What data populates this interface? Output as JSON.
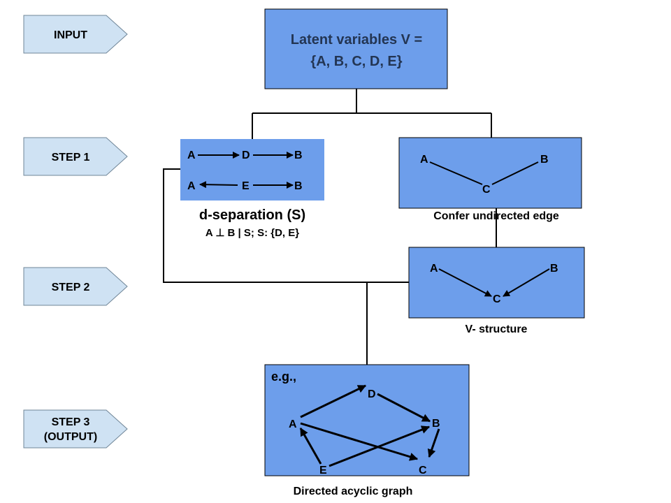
{
  "steps": {
    "input": "INPUT",
    "step1": "STEP 1",
    "step2": "STEP 2",
    "step3_line1": "STEP 3",
    "step3_line2": "(OUTPUT)"
  },
  "input_box": {
    "line1": "Latent variables V =",
    "line2": "{A, B, C, D,  E}"
  },
  "dsep_box": {
    "row1": [
      "A",
      "D",
      "B"
    ],
    "row2": [
      "A",
      "E",
      "B"
    ],
    "caption": "d-separation (S)",
    "subcaption": "A  ⊥  B | S; S: {D, E}"
  },
  "undirected_box": {
    "nodes": [
      "A",
      "B",
      "C"
    ],
    "caption": "Confer undirected edge"
  },
  "vstructure_box": {
    "nodes": [
      "A",
      "B",
      "C"
    ],
    "caption": "V- structure"
  },
  "dag_box": {
    "note": "e.g.,",
    "nodes": [
      "A",
      "B",
      "C",
      "D",
      "E"
    ],
    "caption": "Directed acyclic graph"
  },
  "colors": {
    "step_fill": "#cfe2f3",
    "step_stroke": "#6f8597",
    "box_fill": "#6d9eeb",
    "line": "#000000"
  }
}
